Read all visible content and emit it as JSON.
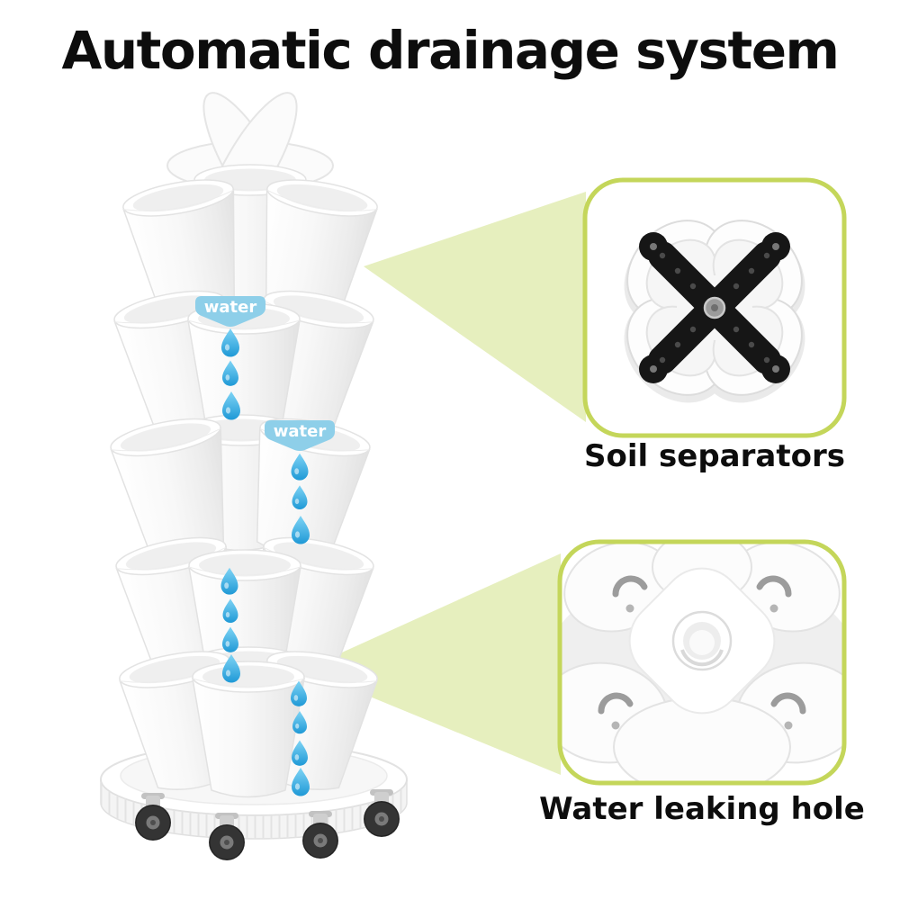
{
  "title": "Automatic drainage system",
  "tower": {
    "tier_count": 5,
    "water_badge_top": "water",
    "water_badge_middle": "water"
  },
  "callouts": {
    "soil_separators": {
      "label": "Soil separators"
    },
    "water_leaking_hole": {
      "label": "Water leaking hole"
    }
  },
  "colors": {
    "accent_green": "#c4d65a",
    "beam_green": "#e6efbe",
    "badge_blue": "#8ecfe9",
    "droplet_blue": "#2d9fd6",
    "pot_white": "#ffffff",
    "separator_black": "#161616",
    "title_color": "#0d0d0d"
  }
}
